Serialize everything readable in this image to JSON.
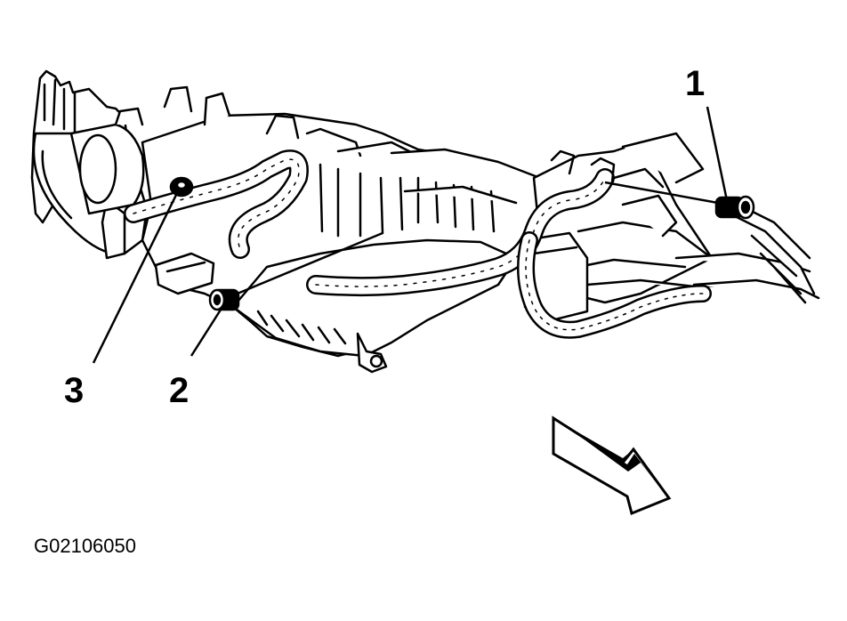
{
  "diagram": {
    "callouts": [
      {
        "label": "1",
        "part": "bolt"
      },
      {
        "label": "2",
        "part": "bolt"
      },
      {
        "label": "3",
        "part": "bolt"
      }
    ],
    "reference_code": "G02106050",
    "direction_arrow": "front-of-vehicle-arrow",
    "colors": {
      "line": "#000000",
      "background": "#ffffff"
    }
  }
}
